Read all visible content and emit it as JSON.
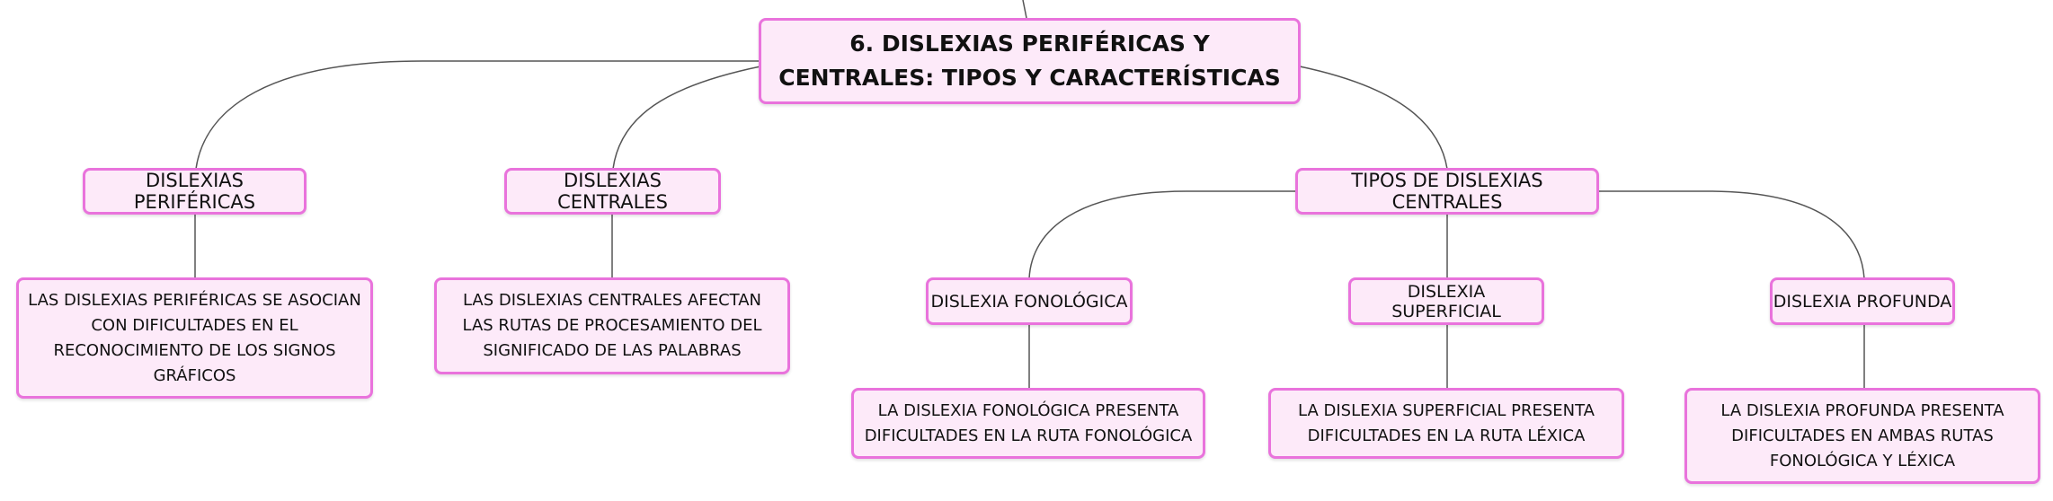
{
  "root": {
    "title": "6. DISLEXIAS PERIFÉRICAS Y CENTRALES: TIPOS Y CARACTERÍSTICAS"
  },
  "perifericas": {
    "label": "DISLEXIAS PERIFÉRICAS",
    "desc": "LAS DISLEXIAS PERIFÉRICAS SE ASOCIAN CON DIFICULTADES EN EL RECONOCIMIENTO DE LOS SIGNOS GRÁFICOS"
  },
  "centrales": {
    "label": "DISLEXIAS CENTRALES",
    "desc": "LAS DISLEXIAS CENTRALES AFECTAN LAS RUTAS DE PROCESAMIENTO DEL SIGNIFICADO DE LAS PALABRAS"
  },
  "tipos": {
    "label": "TIPOS DE DISLEXIAS CENTRALES",
    "fonologica": {
      "label": "DISLEXIA FONOLÓGICA",
      "desc": "LA DISLEXIA FONOLÓGICA PRESENTA DIFICULTADES EN LA RUTA FONOLÓGICA"
    },
    "superficial": {
      "label": "DISLEXIA SUPERFICIAL",
      "desc": "LA DISLEXIA SUPERFICIAL PRESENTA DIFICULTADES EN LA RUTA LÉXICA"
    },
    "profunda": {
      "label": "DISLEXIA PROFUNDA",
      "desc": "LA DISLEXIA PROFUNDA PRESENTA DIFICULTADES EN AMBAS RUTAS FONOLÓGICA Y LÉXICA"
    }
  },
  "colors": {
    "node_fill": "#fdeaf9",
    "node_border": "#e973dc",
    "connector": "#555555",
    "text": "#111111"
  }
}
